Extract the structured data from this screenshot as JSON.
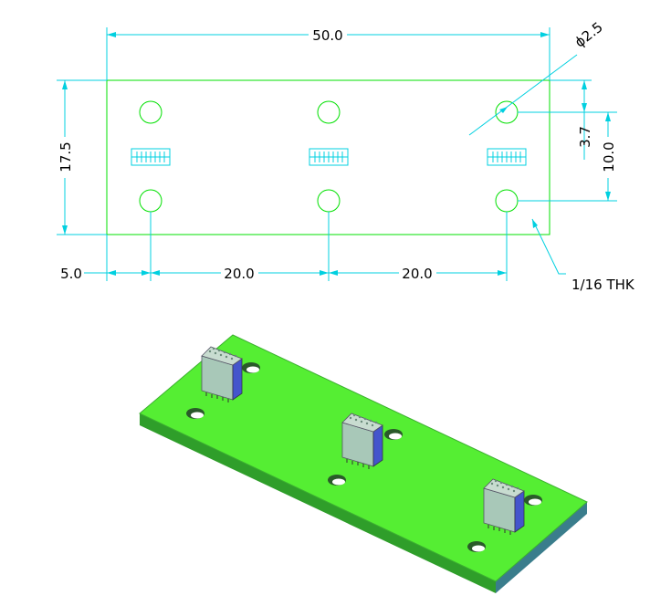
{
  "dimensions": {
    "overall_width": "50.0",
    "height": "17.5",
    "hole_diameter": "ϕ2.5",
    "hole_offset": "3.7",
    "hole_spacing_vertical": "10.0",
    "edge_offset": "5.0",
    "spacing_left": "20.0",
    "spacing_right": "20.0",
    "thickness_note": "1/16  THK"
  },
  "colors": {
    "dimension": "#00d0e0",
    "outline": "#00e000",
    "board_top": "#55ee33",
    "board_edge": "#2f9e2a",
    "board_side": "#3a7d8c",
    "connector": "#a8c8b8",
    "connector_side": "#4455cc"
  }
}
